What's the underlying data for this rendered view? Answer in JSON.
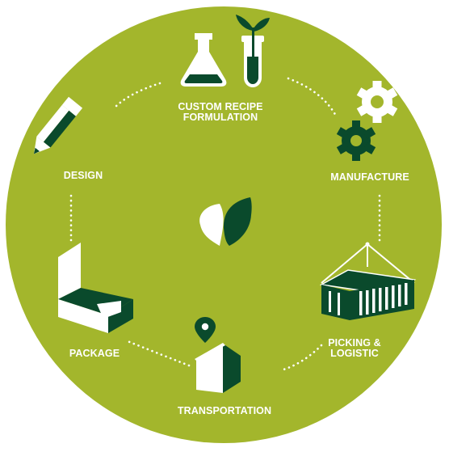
{
  "colors": {
    "circle": "#a3b62c",
    "dark": "#0a4a2c",
    "white": "#ffffff"
  },
  "center": {
    "icon": "leaf-icon"
  },
  "steps": [
    {
      "id": "recipe",
      "icon": "flask-and-seedling-icon",
      "label_lines": [
        "CUSTOM RECIPE",
        "FORMULATION"
      ]
    },
    {
      "id": "manufacture",
      "icon": "gears-icon",
      "label_lines": [
        "MANUFACTURE"
      ]
    },
    {
      "id": "picking",
      "icon": "shipping-container-icon",
      "label_lines": [
        "PICKING &",
        "LOGISTIC"
      ]
    },
    {
      "id": "transportation",
      "icon": "location-house-icon",
      "label_lines": [
        "TRANSPORTATION"
      ]
    },
    {
      "id": "package",
      "icon": "package-box-icon",
      "label_lines": [
        "PACKAGE"
      ]
    },
    {
      "id": "design",
      "icon": "pencil-icon",
      "label_lines": [
        "DESIGN"
      ]
    }
  ]
}
